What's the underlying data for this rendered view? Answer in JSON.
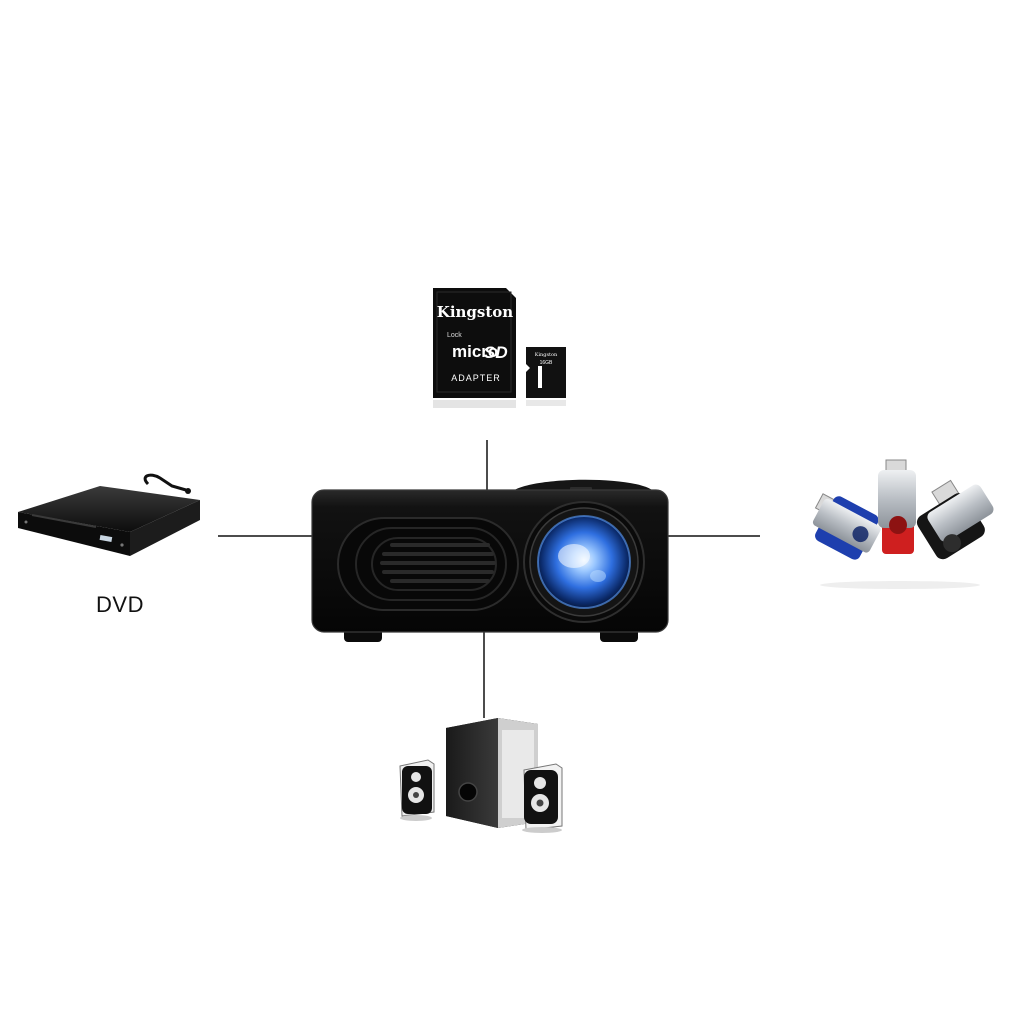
{
  "labels": {
    "dvd": "DVD"
  },
  "sd_card": {
    "brand": "Kingston",
    "lock": "Lock",
    "type_line_1": "micro",
    "type_line_2": "SD",
    "adapter_text": "ADAPTER",
    "micro_brand": "Kingston",
    "micro_capacity": "16GB"
  },
  "devices": [
    {
      "id": "projector",
      "icon": "projector-icon"
    },
    {
      "id": "sd-card",
      "icon": "sd-card-icon"
    },
    {
      "id": "dvd-player",
      "icon": "dvd-player-icon"
    },
    {
      "id": "usb-drives",
      "icon": "usb-drive-icon"
    },
    {
      "id": "speakers",
      "icon": "speaker-icon"
    }
  ],
  "colors": {
    "line": "#111111",
    "projector_body": "#0e0e0e",
    "lens_glow": "#3f8cff",
    "usb_blue": "#1e3fae",
    "usb_red": "#cf1f1f",
    "usb_black": "#151515",
    "usb_silver": "#c8ccd0"
  }
}
